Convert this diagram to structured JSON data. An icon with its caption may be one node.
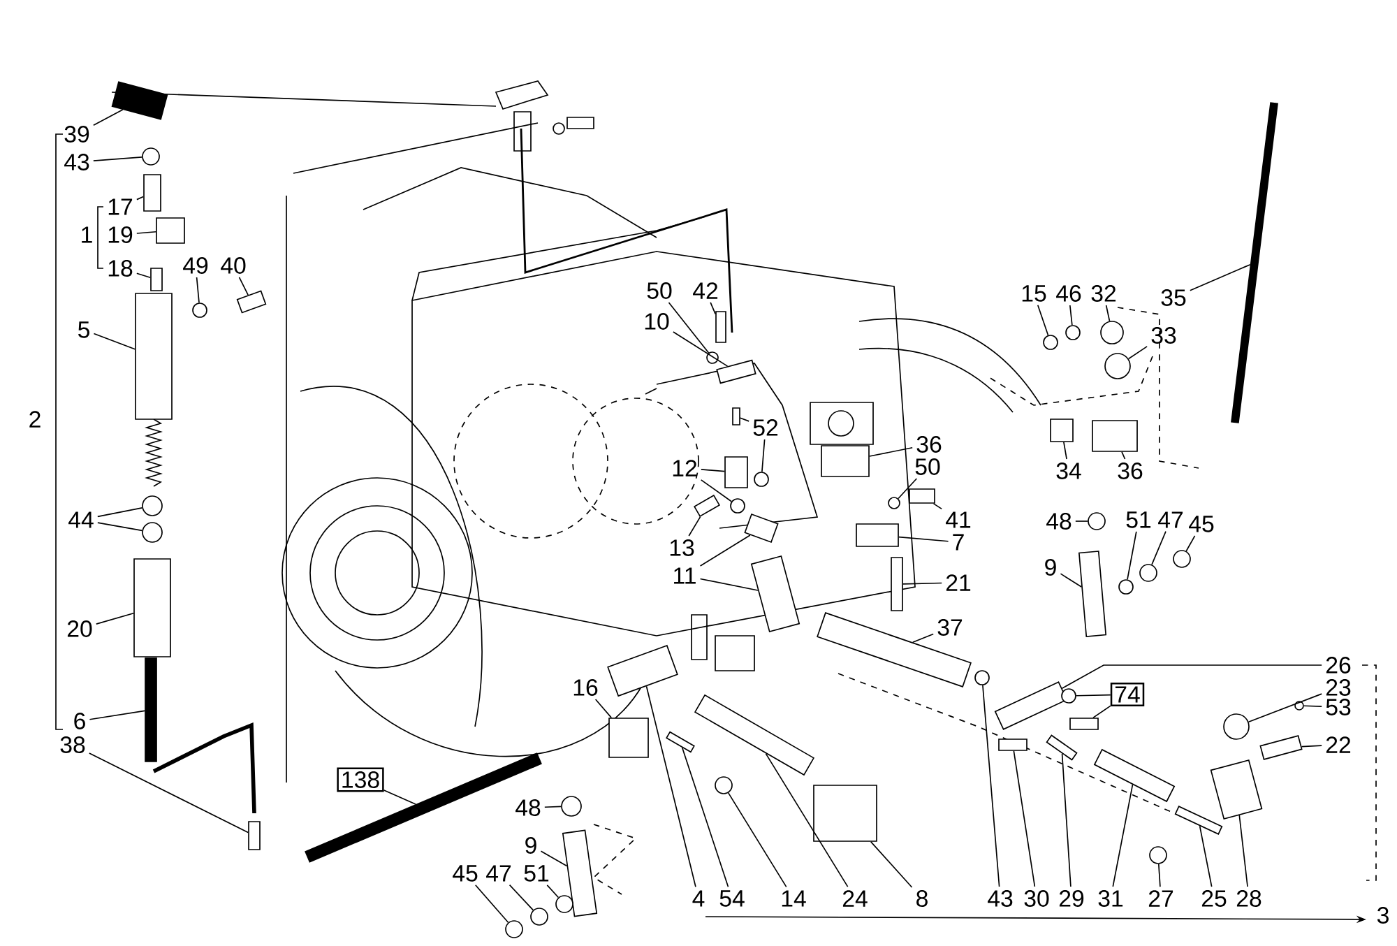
{
  "diagram": {
    "nodes": [
      {
        "text": [
          "39"
        ]
      },
      {
        "text": [
          "43"
        ]
      },
      {
        "text": [
          "17"
        ]
      },
      {
        "text": [
          "19"
        ]
      },
      {
        "text": [
          "18"
        ]
      },
      {
        "text": [
          "49"
        ]
      },
      {
        "text": [
          "40"
        ]
      },
      {
        "text": [
          "5"
        ]
      },
      {
        "text": [
          "44"
        ]
      },
      {
        "text": [
          "20"
        ]
      },
      {
        "text": [
          "6"
        ]
      },
      {
        "text": [
          "38"
        ]
      },
      {
        "text": [
          "50"
        ]
      },
      {
        "text": [
          "42"
        ]
      },
      {
        "text": [
          "10"
        ]
      },
      {
        "text": [
          "52"
        ]
      },
      {
        "text": [
          "12"
        ]
      },
      {
        "text": [
          "13"
        ]
      },
      {
        "text": [
          "36"
        ]
      },
      {
        "text": [
          "50"
        ]
      },
      {
        "text": [
          "41"
        ]
      },
      {
        "text": [
          "7"
        ]
      },
      {
        "text": [
          "11"
        ]
      },
      {
        "text": [
          "21"
        ]
      },
      {
        "text": [
          "15"
        ]
      },
      {
        "text": [
          "46"
        ]
      },
      {
        "text": [
          "32"
        ]
      },
      {
        "text": [
          "33"
        ]
      },
      {
        "text": [
          "35"
        ]
      },
      {
        "text": [
          "34"
        ]
      },
      {
        "text": [
          "36"
        ]
      },
      {
        "text": [
          "48"
        ]
      },
      {
        "text": [
          "51"
        ]
      },
      {
        "text": [
          "47"
        ]
      },
      {
        "text": [
          "45"
        ]
      },
      {
        "text": [
          "9"
        ]
      },
      {
        "text": [
          "37"
        ]
      },
      {
        "text": [
          "16"
        ]
      },
      {
        "text": [
          "138"
        ]
      },
      {
        "text": [
          "48"
        ]
      },
      {
        "text": [
          "9"
        ]
      },
      {
        "text": [
          "45"
        ]
      },
      {
        "text": [
          "47"
        ]
      },
      {
        "text": [
          "51"
        ]
      },
      {
        "text": [
          "4"
        ]
      },
      {
        "text": [
          "54"
        ]
      },
      {
        "text": [
          "14"
        ]
      },
      {
        "text": [
          "24"
        ]
      },
      {
        "text": [
          "8"
        ]
      },
      {
        "text": [
          "43"
        ]
      },
      {
        "text": [
          "30"
        ]
      },
      {
        "text": [
          "29"
        ]
      },
      {
        "text": [
          "31"
        ]
      },
      {
        "text": [
          "27"
        ]
      },
      {
        "text": [
          "25"
        ]
      },
      {
        "text": [
          "28"
        ]
      },
      {
        "text": [
          "26"
        ]
      },
      {
        "text": [
          "23"
        ]
      },
      {
        "text": [
          "53"
        ]
      },
      {
        "text": [
          "22"
        ]
      },
      {
        "text": [
          "74"
        ]
      },
      {
        "text": [],
        "shape": "box"
      },
      {
        "text": [],
        "shape": "circle"
      },
      {
        "text": [],
        "shape": "box"
      },
      {
        "text": [],
        "shape": "box"
      },
      {
        "text": [],
        "shape": "box"
      },
      {
        "text": [],
        "shape": "circle"
      },
      {
        "text": [],
        "shape": "box"
      },
      {
        "text": [],
        "shape": "box"
      },
      {
        "text": [],
        "shape": "circle"
      },
      {
        "text": [],
        "shape": "circle"
      },
      {
        "text": [],
        "shape": "box"
      },
      {
        "text": [],
        "shape": "box"
      },
      {
        "text": [],
        "shape": "box"
      },
      {
        "text": [],
        "shape": "circle"
      },
      {
        "text": [],
        "shape": "box"
      },
      {
        "text": [],
        "shape": "box"
      },
      {
        "text": [],
        "shape": "box"
      },
      {
        "text": [],
        "shape": "circle"
      },
      {
        "text": [],
        "shape": "box"
      },
      {
        "text": [],
        "shape": "circle"
      },
      {
        "text": [],
        "shape": "box"
      },
      {
        "text": [],
        "shape": "box"
      },
      {
        "text": [],
        "shape": "circle"
      },
      {
        "text": [],
        "shape": "box"
      },
      {
        "text": [],
        "shape": "box"
      },
      {
        "text": [],
        "shape": "box"
      },
      {
        "text": [],
        "shape": "box"
      },
      {
        "text": [],
        "shape": "box"
      },
      {
        "text": [],
        "shape": "circle"
      },
      {
        "text": [],
        "shape": "circle"
      },
      {
        "text": [],
        "shape": "circle"
      },
      {
        "text": [],
        "shape": "circle"
      },
      {
        "text": [],
        "shape": "box"
      },
      {
        "text": [],
        "shape": "box"
      },
      {
        "text": [],
        "shape": "box"
      },
      {
        "text": [],
        "shape": "circle"
      },
      {
        "text": [],
        "shape": "circle"
      },
      {
        "text": [],
        "shape": "circle"
      },
      {
        "text": [],
        "shape": "circle"
      },
      {
        "text": [],
        "shape": "box"
      },
      {
        "text": [],
        "shape": "box"
      },
      {
        "text": [],
        "shape": "box"
      },
      {
        "text": [],
        "shape": "box"
      },
      {
        "text": [],
        "shape": "circle"
      },
      {
        "text": [],
        "shape": "box"
      },
      {
        "text": [],
        "shape": "circle"
      },
      {
        "text": [],
        "shape": "circle"
      },
      {
        "text": [],
        "shape": "circle"
      },
      {
        "text": [],
        "shape": "box"
      },
      {
        "text": [],
        "shape": "box"
      },
      {
        "text": [],
        "shape": "circle"
      },
      {
        "text": [],
        "shape": "box"
      },
      {
        "text": [],
        "shape": "box"
      },
      {
        "text": [],
        "shape": "circle"
      },
      {
        "text": [],
        "shape": "box"
      },
      {
        "text": [],
        "shape": "box"
      },
      {
        "text": [],
        "shape": "box"
      },
      {
        "text": [],
        "shape": "circle"
      },
      {
        "text": [],
        "shape": "box"
      },
      {
        "text": [],
        "shape": "box"
      },
      {
        "text": [],
        "shape": "box"
      },
      {
        "text": [],
        "shape": "circle"
      },
      {
        "text": [],
        "shape": "circle"
      },
      {
        "text": [],
        "shape": "box"
      },
      {
        "text": [],
        "shape": "circle"
      },
      {
        "text": [],
        "shape": "box"
      }
    ],
    "edges": [
      {
        "from": 0,
        "to": 61,
        "arrow": "none"
      },
      {
        "from": 1,
        "to": 62,
        "arrow": "none"
      },
      {
        "from": 2,
        "to": 63,
        "arrow": "none"
      },
      {
        "from": 3,
        "to": 64,
        "arrow": "none"
      },
      {
        "from": 4,
        "to": 65,
        "arrow": "none"
      },
      {
        "from": 5,
        "to": 66,
        "arrow": "none"
      },
      {
        "from": 6,
        "to": 67,
        "arrow": "none"
      },
      {
        "from": 7,
        "to": 68,
        "arrow": "none"
      },
      {
        "from": 8,
        "to": 69,
        "arrow": "none"
      },
      {
        "from": 8,
        "to": 70,
        "arrow": "none"
      },
      {
        "from": 9,
        "to": 71,
        "arrow": "none"
      },
      {
        "from": 10,
        "to": 72,
        "arrow": "none"
      },
      {
        "from": 11,
        "to": 73,
        "arrow": "none"
      },
      {
        "from": 12,
        "to": 74,
        "arrow": "none"
      },
      {
        "from": 13,
        "to": 75,
        "arrow": "none"
      },
      {
        "from": 14,
        "to": 76,
        "arrow": "none"
      },
      {
        "from": 15,
        "to": 77,
        "arrow": "none"
      },
      {
        "from": 15,
        "to": 78,
        "arrow": "none"
      },
      {
        "from": 16,
        "to": 79,
        "arrow": "none"
      },
      {
        "from": 16,
        "to": 80,
        "arrow": "none"
      },
      {
        "from": 17,
        "to": 81,
        "arrow": "none"
      },
      {
        "from": 18,
        "to": 82,
        "arrow": "none"
      },
      {
        "from": 19,
        "to": 83,
        "arrow": "none"
      },
      {
        "from": 20,
        "to": 84,
        "arrow": "none"
      },
      {
        "from": 21,
        "to": 85,
        "arrow": "none"
      },
      {
        "from": 22,
        "to": 86,
        "arrow": "none"
      },
      {
        "from": 22,
        "to": 87,
        "arrow": "none"
      },
      {
        "from": 23,
        "to": 88,
        "arrow": "none"
      },
      {
        "from": 24,
        "to": 89,
        "arrow": "none"
      },
      {
        "from": 25,
        "to": 90,
        "arrow": "none"
      },
      {
        "from": 26,
        "to": 91,
        "arrow": "none"
      },
      {
        "from": 27,
        "to": 92,
        "arrow": "none"
      },
      {
        "from": 28,
        "to": 93,
        "arrow": "none"
      },
      {
        "from": 29,
        "to": 94,
        "arrow": "none"
      },
      {
        "from": 30,
        "to": 95,
        "arrow": "none"
      },
      {
        "from": 31,
        "to": 96,
        "arrow": "none"
      },
      {
        "from": 32,
        "to": 97,
        "arrow": "none"
      },
      {
        "from": 33,
        "to": 98,
        "arrow": "none"
      },
      {
        "from": 34,
        "to": 99,
        "arrow": "none"
      },
      {
        "from": 35,
        "to": 100,
        "arrow": "none"
      },
      {
        "from": 36,
        "to": 101,
        "arrow": "none"
      },
      {
        "from": 37,
        "to": 102,
        "arrow": "none"
      },
      {
        "from": 38,
        "to": 103,
        "arrow": "none"
      },
      {
        "from": 39,
        "to": 104,
        "arrow": "none"
      },
      {
        "from": 40,
        "to": 105,
        "arrow": "none"
      },
      {
        "from": 41,
        "to": 106,
        "arrow": "none"
      },
      {
        "from": 42,
        "to": 107,
        "arrow": "none"
      },
      {
        "from": 43,
        "to": 108,
        "arrow": "none"
      },
      {
        "from": 44,
        "to": 109,
        "arrow": "none"
      },
      {
        "from": 45,
        "to": 110,
        "arrow": "none"
      },
      {
        "from": 46,
        "to": 111,
        "arrow": "none"
      },
      {
        "from": 47,
        "to": 112,
        "arrow": "none"
      },
      {
        "from": 48,
        "to": 113,
        "arrow": "none"
      },
      {
        "from": 49,
        "to": 114,
        "arrow": "none"
      },
      {
        "from": 50,
        "to": 115,
        "arrow": "none"
      },
      {
        "from": 51,
        "to": 116,
        "arrow": "none"
      },
      {
        "from": 52,
        "to": 117,
        "arrow": "none"
      },
      {
        "from": 53,
        "to": 118,
        "arrow": "none"
      },
      {
        "from": 54,
        "to": 119,
        "arrow": "none"
      },
      {
        "from": 55,
        "to": 120,
        "arrow": "none"
      },
      {
        "from": 56,
        "to": 121,
        "arrow": "none"
      },
      {
        "from": 57,
        "to": 122,
        "arrow": "none"
      },
      {
        "from": 58,
        "to": 123,
        "arrow": "none"
      },
      {
        "from": 59,
        "to": 124,
        "arrow": "none"
      },
      {
        "from": 60,
        "to": 125,
        "arrow": "none"
      },
      {
        "from": 60,
        "to": 126,
        "arrow": "none"
      }
    ],
    "labels": [
      "1",
      "2",
      "3"
    ]
  }
}
